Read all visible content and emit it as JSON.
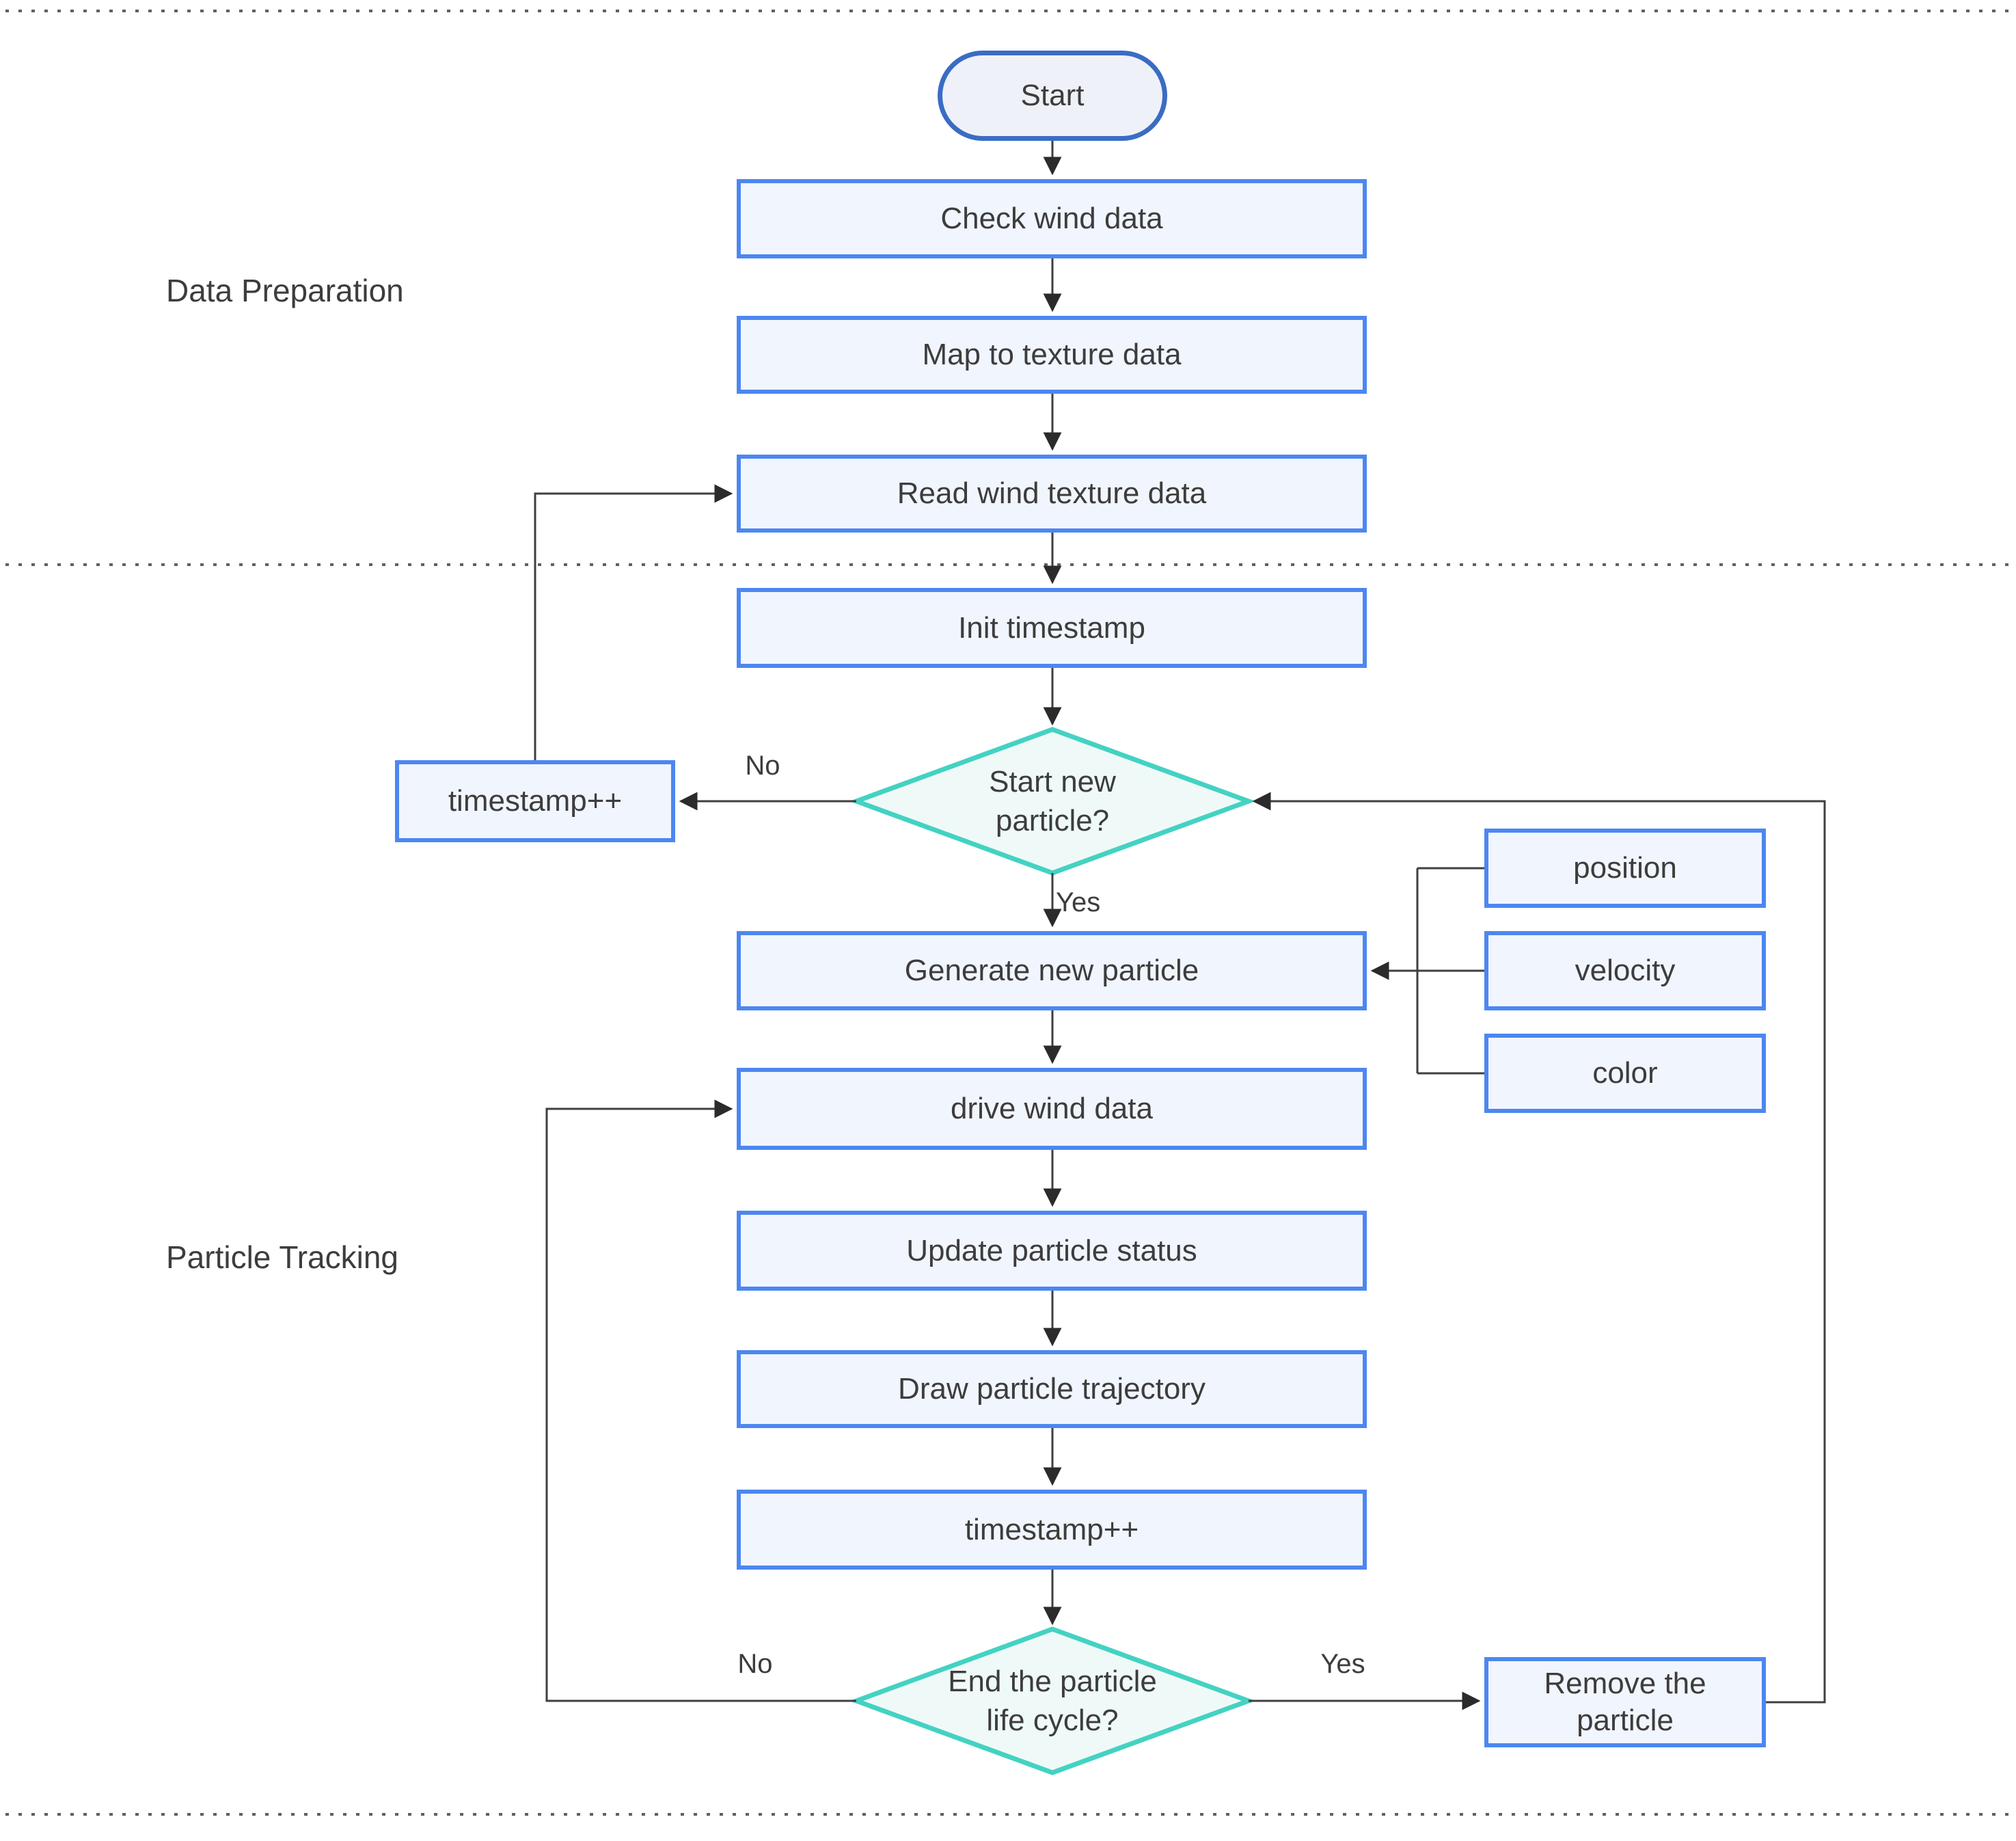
{
  "sections": {
    "data_preparation": "Data Preparation",
    "particle_tracking": "Particle Tracking"
  },
  "nodes": {
    "start": "Start",
    "check_wind": "Check wind data",
    "map_texture": "Map to texture data",
    "read_texture": "Read wind texture data",
    "init_timestamp": "Init timestamp",
    "start_new_particle": "Start new particle?",
    "timestamp_inc_left": "timestamp++",
    "generate_particle": "Generate new particle",
    "position": "position",
    "velocity": "velocity",
    "color": "color",
    "drive_wind": "drive wind data",
    "update_status": "Update particle status",
    "draw_trajectory": "Draw particle trajectory",
    "timestamp_inc": "timestamp++",
    "end_life_cycle": "End the particle life cycle?",
    "remove_particle": "Remove the particle"
  },
  "edge_labels": {
    "start_new_no": "No",
    "start_new_yes": "Yes",
    "end_no": "No",
    "end_yes": "Yes"
  },
  "colors": {
    "process_border": "#4c87f0",
    "process_fill": "#f1f5fd",
    "terminal_border": "#3a6cc4",
    "terminal_fill": "#eff1f8",
    "decision_border": "#44d2c2",
    "decision_fill": "#effaf8",
    "connector": "#3f3f3f",
    "divider": "#606060",
    "text": "#3d3d3d"
  }
}
